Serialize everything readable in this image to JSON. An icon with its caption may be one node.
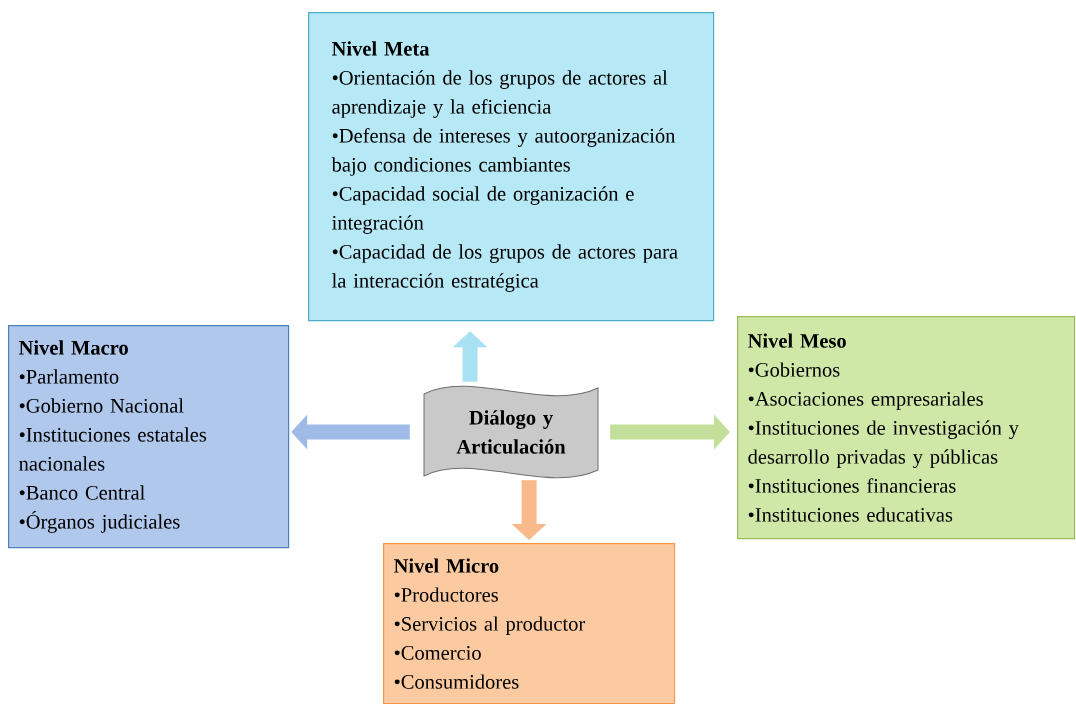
{
  "diagram": {
    "nodes": [
      {
        "text": [
          "Nivel Meta",
          "•Orientación de los grupos de actores al aprendizaje y la eficiencia",
          "•Defensa de intereses y autoorganización bajo condiciones cambiantes",
          "•Capacidad social de organización e integración",
          "•Capacidad de los grupos de actores para la interacción estratégica"
        ]
      },
      {
        "text": [
          "Nivel Macro",
          "•Parlamento",
          "•Gobierno Nacional",
          "•Instituciones estatales nacionales",
          "•Banco Central",
          "•Órganos judiciales"
        ]
      },
      {
        "text": [
          "Diálogo y Articulación"
        ]
      },
      {
        "text": [
          "Nivel Meso",
          "•Gobiernos",
          "•Asociaciones empresariales",
          "•Instituciones de investigación y desarrollo privadas y públicas",
          "•Instituciones financieras",
          "•Instituciones educativas"
        ]
      },
      {
        "text": [
          "Nivel Micro",
          "•Productores",
          "•Servicios al productor",
          "•Comercio",
          "•Consumidores"
        ]
      }
    ],
    "edges": [
      {
        "from": 2,
        "to": 0,
        "arrow": "to",
        "color": "#a8e2f2"
      },
      {
        "from": 2,
        "to": 1,
        "arrow": "to",
        "color": "#9dbbe6"
      },
      {
        "from": 2,
        "to": 3,
        "arrow": "to",
        "color": "#c3df99"
      },
      {
        "from": 2,
        "to": 4,
        "arrow": "to",
        "color": "#f9b98a"
      }
    ]
  }
}
